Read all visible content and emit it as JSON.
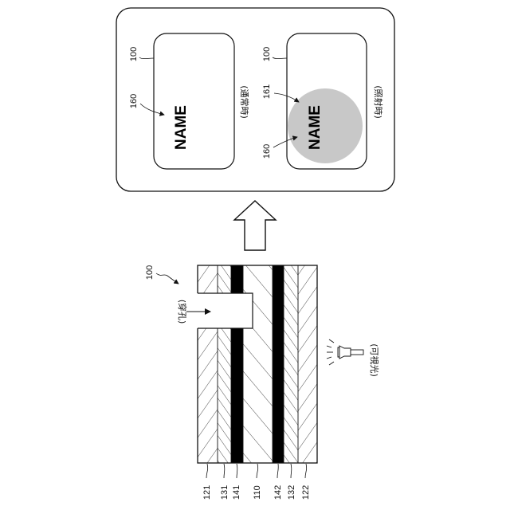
{
  "figure": {
    "panel_normal": {
      "ref_card": "100",
      "ref_name": "160",
      "name_text": "NAME",
      "state_label": "(通常時)"
    },
    "panel_irradiated": {
      "ref_card": "100",
      "ref_spot": "161",
      "ref_name": "160",
      "name_text": "NAME",
      "state_label": "(照射時)"
    },
    "cross_section": {
      "ref_card": "100",
      "perforation_label": "(穿孔)",
      "light_label": "(可視光)",
      "layer_refs": [
        "121",
        "131",
        "141",
        "110",
        "142",
        "132",
        "122"
      ]
    },
    "colors": {
      "spot_gray": "#c8c8c8",
      "black_layer": "#000000",
      "outline": "#111111"
    },
    "icons": [
      "up-arrow-icon",
      "flashlight-icon"
    ]
  }
}
